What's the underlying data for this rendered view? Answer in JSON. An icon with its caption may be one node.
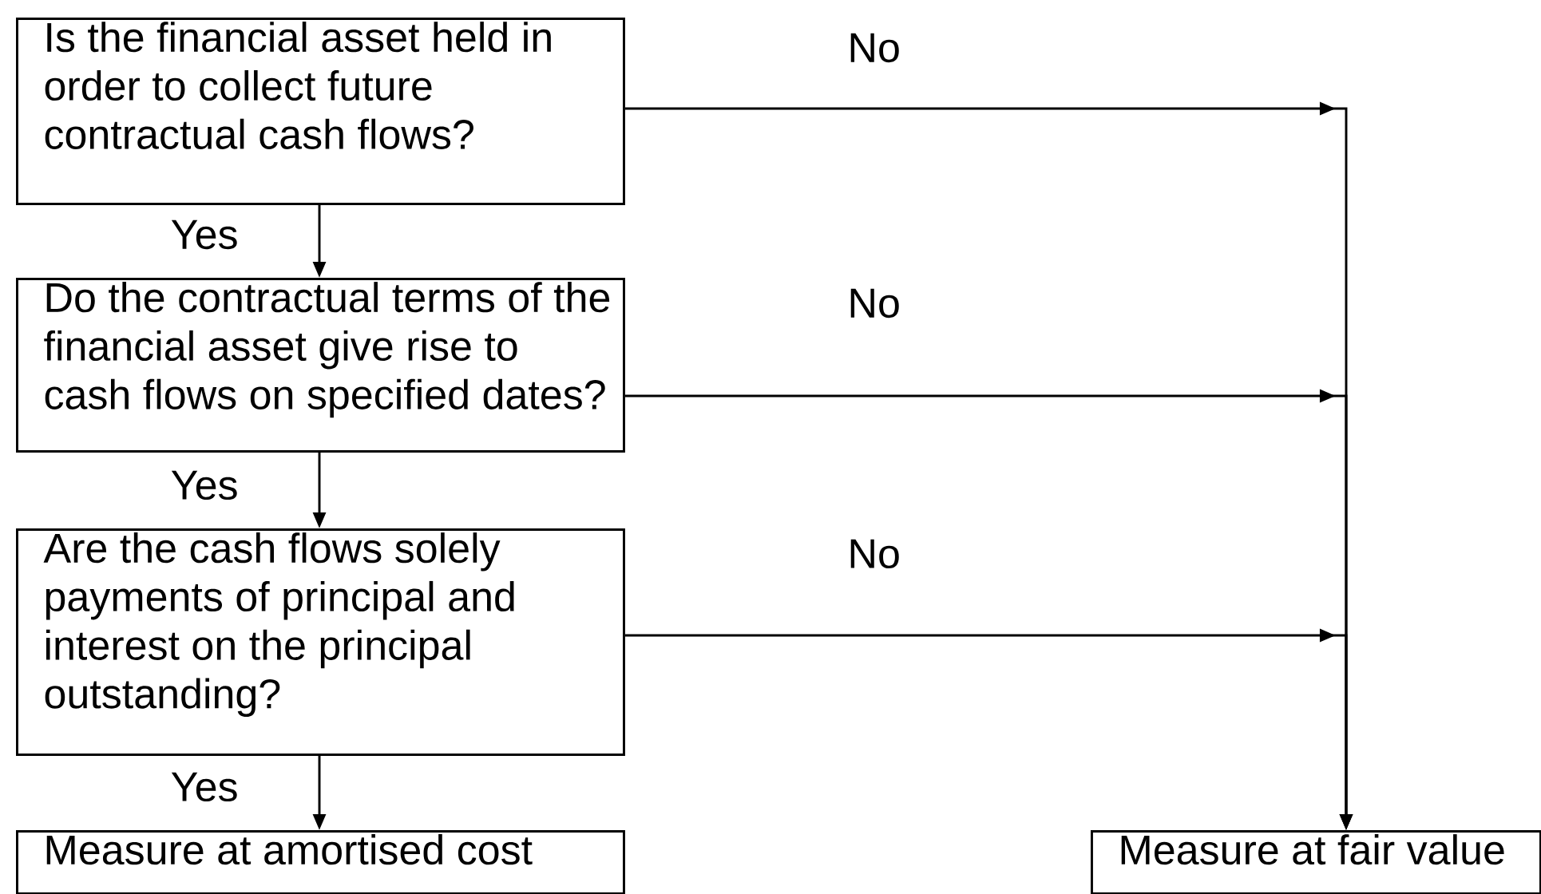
{
  "diagram": {
    "nodes": [
      {
        "text": [
          "Is the financial asset held in order to collect future contractual cash flows?"
        ]
      },
      {
        "text": [
          "Do the contractual terms of the financial asset give rise to cash flows on specified dates?"
        ]
      },
      {
        "text": [
          "Are the cash flows solely payments of principal and interest on the principal outstanding?"
        ]
      },
      {
        "text": [
          "Measure at amortised cost"
        ]
      },
      {
        "text": [
          "Measure at fair value"
        ]
      }
    ],
    "edges": [
      {
        "from": 0,
        "to": 1,
        "arrow": "to",
        "label": "Yes"
      },
      {
        "from": 1,
        "to": 2,
        "arrow": "to",
        "label": "Yes"
      },
      {
        "from": 2,
        "to": 3,
        "arrow": "to",
        "label": "Yes"
      },
      {
        "from": 0,
        "to": 4,
        "arrow": "to",
        "label": "No"
      },
      {
        "from": 1,
        "to": 4,
        "arrow": "to",
        "label": "No"
      },
      {
        "from": 2,
        "to": 4,
        "arrow": "to",
        "label": "No"
      }
    ]
  }
}
